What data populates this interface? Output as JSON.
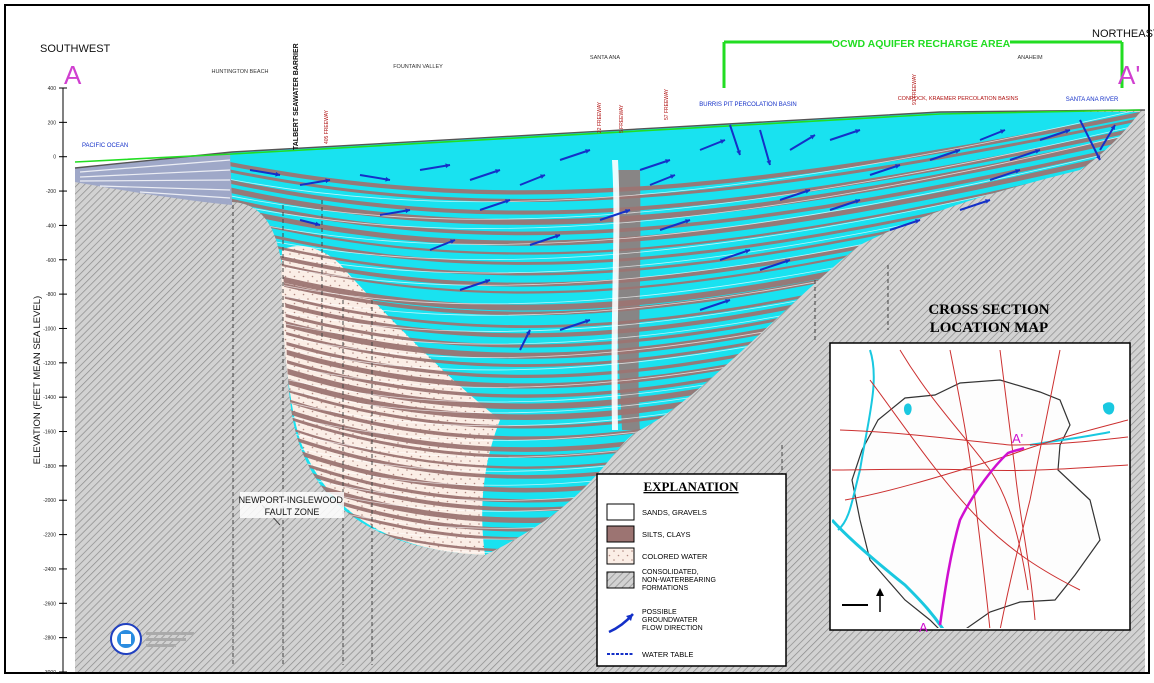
{
  "corners": {
    "southwest": "SOUTHWEST",
    "northeast": "NORTHEAST",
    "start_letter": "A",
    "end_letter": "A'"
  },
  "recharge_area": "OCWD AQUIFER RECHARGE AREA",
  "places": [
    {
      "label": "HUNTINGTON BEACH"
    },
    {
      "label": "FOUNTAIN VALLEY"
    },
    {
      "label": "SANTA ANA"
    },
    {
      "label": "ANAHEIM"
    }
  ],
  "features": [
    {
      "label": "PACIFIC OCEAN"
    },
    {
      "label": "TALBERT SEAWATER BARRIER"
    },
    {
      "label": "BURRIS PIT PERCOLATION BASIN"
    },
    {
      "label": "CONROCK, KRAEMER PERCOLATION BASINS"
    },
    {
      "label": "SANTA ANA RIVER"
    }
  ],
  "freeways": [
    {
      "label": "405 FREEWAY"
    },
    {
      "label": "22 FREEWAY"
    },
    {
      "label": "5 FREEWAY"
    },
    {
      "label": "57 FREEWAY"
    },
    {
      "label": "91 FREEWAY"
    }
  ],
  "y_axis": {
    "label": "ELEVATION (FEET MEAN SEA LEVEL)",
    "ticks": [
      400,
      200,
      0,
      -200,
      -400,
      -600,
      -800,
      -1000,
      -1200,
      -1400,
      -1600,
      -1800,
      -2000,
      -2200,
      -2400,
      -2600,
      -2800,
      -3000
    ]
  },
  "fault_zone": "NEWPORT-INGLEWOOD FAULT ZONE",
  "colors": {
    "sands": "#ffffff",
    "silts": "#9c7472",
    "colored_water": "#fbeee6",
    "aquifer_water": "#19e2f0",
    "recharge": "#22dd22",
    "flow_arrow": "#1430c8",
    "freeway_text": "#b01010"
  },
  "legend": {
    "title": "EXPLANATION",
    "items": [
      {
        "label": "SANDS, GRAVELS"
      },
      {
        "label": "SILTS, CLAYS"
      },
      {
        "label": "COLORED WATER"
      },
      {
        "label": "CONSOLIDATED, NON-WATERBEARING FORMATIONS"
      },
      {
        "label": "POSSIBLE GROUNDWATER FLOW DIRECTION"
      },
      {
        "label": "WATER TABLE"
      }
    ]
  },
  "inset": {
    "title_line1": "CROSS SECTION",
    "title_line2": "LOCATION MAP",
    "start_label": "A",
    "end_label": "A'"
  }
}
